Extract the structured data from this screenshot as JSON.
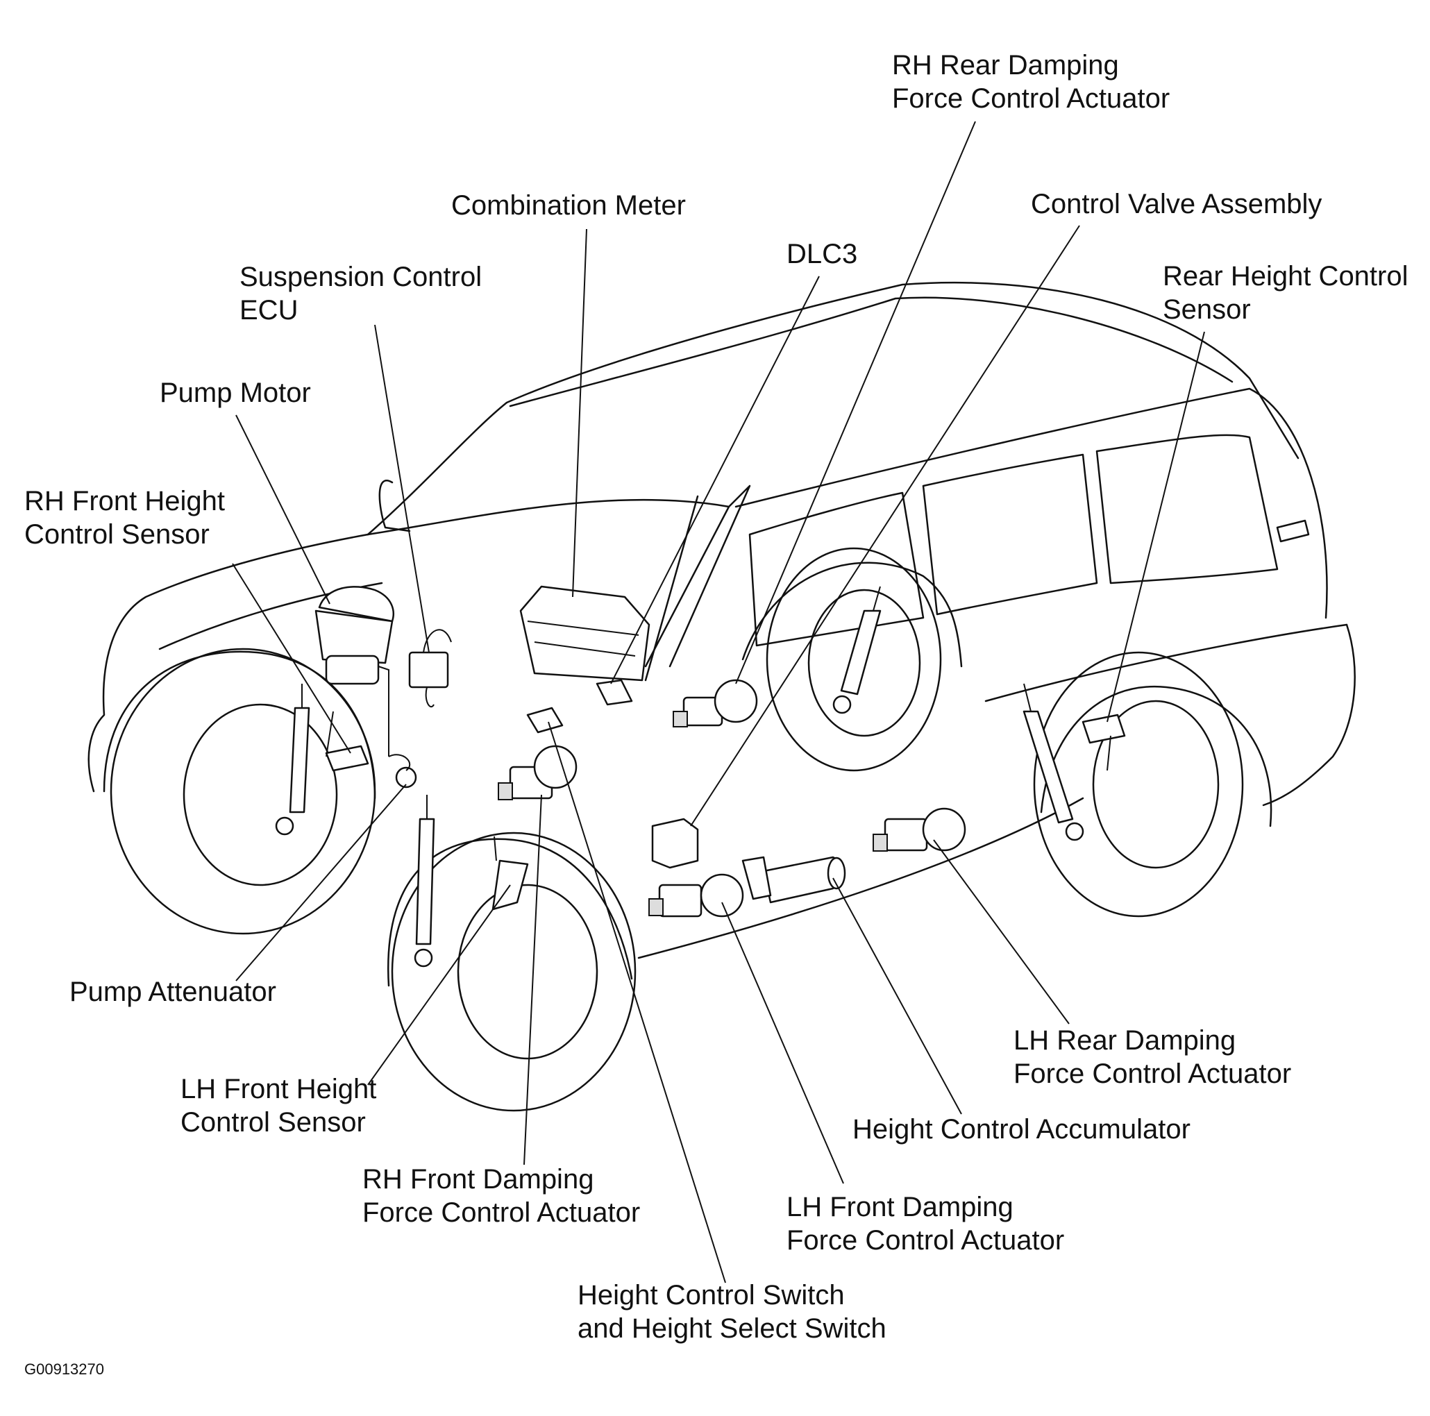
{
  "labels": [
    {
      "id": "rh-rear-damping",
      "lines": [
        "RH Rear Damping",
        "Force Control Actuator"
      ]
    },
    {
      "id": "combination-meter",
      "lines": [
        "Combination Meter"
      ]
    },
    {
      "id": "control-valve",
      "lines": [
        "Control Valve Assembly"
      ]
    },
    {
      "id": "dlc3",
      "lines": [
        "DLC3"
      ]
    },
    {
      "id": "suspension-ecu",
      "lines": [
        "Suspension Control",
        "ECU"
      ]
    },
    {
      "id": "rear-height-sensor",
      "lines": [
        "Rear Height Control",
        "Sensor"
      ]
    },
    {
      "id": "pump-motor",
      "lines": [
        "Pump Motor"
      ]
    },
    {
      "id": "rh-front-height-sensor",
      "lines": [
        "RH Front Height",
        "Control Sensor"
      ]
    },
    {
      "id": "pump-attenuator",
      "lines": [
        "Pump Attenuator"
      ]
    },
    {
      "id": "lh-rear-damping",
      "lines": [
        "LH Rear Damping",
        "Force Control Actuator"
      ]
    },
    {
      "id": "lh-front-height-sensor",
      "lines": [
        "LH Front Height",
        "Control Sensor"
      ]
    },
    {
      "id": "height-accumulator",
      "lines": [
        "Height Control Accumulator"
      ]
    },
    {
      "id": "rh-front-damping",
      "lines": [
        "RH Front Damping",
        "Force Control Actuator"
      ]
    },
    {
      "id": "lh-front-damping",
      "lines": [
        "LH Front Damping",
        "Force Control Actuator"
      ]
    },
    {
      "id": "height-switch",
      "lines": [
        "Height Control Switch",
        "and Height Select Switch"
      ]
    }
  ],
  "figure_id": "G00913270"
}
